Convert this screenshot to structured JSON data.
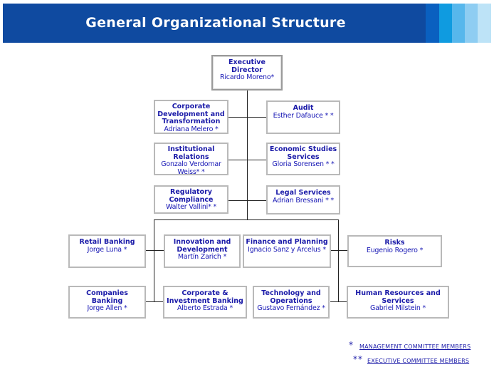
{
  "header": {
    "title": "General Organizational Structure",
    "colors": {
      "banner": "#0f4aa0",
      "stripes": [
        "#0a60c0",
        "#0f9be0",
        "#57b7ec",
        "#8ecdf2",
        "#bde3f7"
      ]
    }
  },
  "executive": {
    "title": "Executive Director",
    "name": "Ricardo Moreno",
    "mark": "*"
  },
  "staff_left": [
    {
      "title": "Corporate Development and Transformation",
      "name": "Adriana Melero",
      "mark": "*"
    },
    {
      "title": "Institutional Relations",
      "name": "Gonzalo Verdomar Weiss",
      "mark": "* *"
    },
    {
      "title": "Regulatory Compliance",
      "name": "Walter Vallini",
      "mark": "* *"
    }
  ],
  "staff_right": [
    {
      "title": "Audit",
      "name": "Esther Dafauce",
      "mark": "* *"
    },
    {
      "title": "Economic Studies Services",
      "name": "Gloria Sorensen",
      "mark": "* *"
    },
    {
      "title": "Legal Services",
      "name": "Adrian Bressani",
      "mark": "* *"
    }
  ],
  "business_row1": [
    {
      "title": "Retail Banking",
      "name": "Jorge Luna",
      "mark": "*"
    },
    {
      "title": "Innovation and Development",
      "name": "Martín Zarich",
      "mark": "*"
    },
    {
      "title": "Finance and Planning",
      "name": "Ignacio Sanz y Arcelus",
      "mark": "*"
    },
    {
      "title": "Risks",
      "name": "Eugenio Rogero",
      "mark": "*"
    }
  ],
  "business_row2": [
    {
      "title": "Companies Banking",
      "name": "Jorge Allen",
      "mark": "*"
    },
    {
      "title": "Corporate & Investment Banking",
      "name": "Alberto Estrada",
      "mark": "*"
    },
    {
      "title": "Technology and Operations",
      "name": "Gustavo Fernández",
      "mark": "*"
    },
    {
      "title": "Human Resources and Services",
      "name": "Gabriel Milstein",
      "mark": "*"
    }
  ],
  "legend": [
    {
      "mark": "*",
      "label": "MANAGEMENT COMMITTEE MEMBERS"
    },
    {
      "mark": "**",
      "label": "EXECUTIVE COMMITTEE MEMBERS"
    }
  ]
}
